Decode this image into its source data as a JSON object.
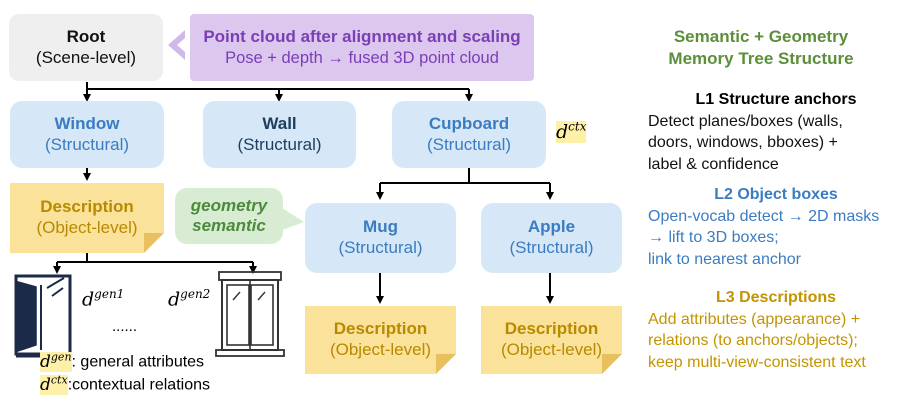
{
  "root": {
    "title": "Root",
    "subtitle": "(Scene-level)"
  },
  "pointcloud": {
    "title": "Point cloud after alignment and scaling",
    "subtitle": "Pose + depth → fused 3D point cloud"
  },
  "nodes": {
    "window": {
      "title": "Window",
      "subtitle": "(Structural)"
    },
    "wall": {
      "title": "Wall",
      "subtitle": "(Structural)"
    },
    "cupboard": {
      "title": "Cupboard",
      "subtitle": "(Structural)"
    },
    "mug": {
      "title": "Mug",
      "subtitle": "(Structural)"
    },
    "apple": {
      "title": "Apple",
      "subtitle": "(Structural)"
    }
  },
  "descriptions": {
    "window": {
      "title": "Description",
      "subtitle": "(Object-level)"
    },
    "mug": {
      "title": "Description",
      "subtitle": "(Object-level)"
    },
    "apple": {
      "title": "Description",
      "subtitle": "(Object-level)"
    }
  },
  "geo_bubble": {
    "line1": "geometry",
    "line2": "semantic"
  },
  "math": {
    "d": "d",
    "ctx": "ctx",
    "gen1": "gen1",
    "gen2": "gen2",
    "gen": "gen"
  },
  "ellipsis": "......",
  "legend": {
    "gen_text": ": general attributes",
    "ctx_text": ":contextual relations"
  },
  "right_panel": {
    "title_line1": "Semantic + Geometry",
    "title_line2": "Memory Tree Structure",
    "l1": {
      "heading": "L1 Structure anchors",
      "lines": [
        "Detect planes/boxes (walls,",
        "doors, windows, bboxes) +",
        "label & confidence"
      ]
    },
    "l2": {
      "heading": "L2 Object boxes",
      "lines": [
        "Open-vocab detect → 2D masks",
        "→ lift to 3D boxes;",
        "link to nearest anchor"
      ]
    },
    "l3": {
      "heading": "L3 Descriptions",
      "lines": [
        "Add attributes (appearance) +",
        "relations (to anchors/objects);",
        "keep multi-view-consistent text"
      ]
    }
  },
  "colors": {
    "structural_fill": "#d6e8f8",
    "structural_text": "#3b7cc1",
    "description_fill": "#fbe29a",
    "description_text": "#b88a00",
    "pointcloud_fill": "#dcc8ee",
    "pointcloud_text": "#7a3fb5",
    "semantic_green": "#5b8f3a",
    "highlight": "#fdf0a8"
  }
}
